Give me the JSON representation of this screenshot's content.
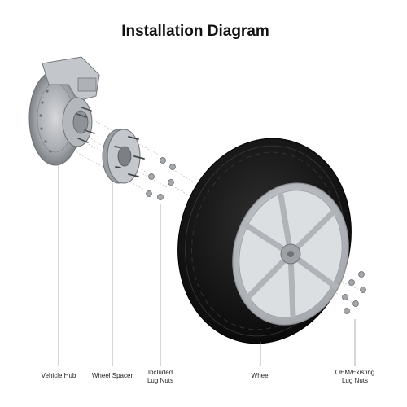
{
  "title": "Installation Diagram",
  "labels": {
    "vehicle_hub": "Vehicle Hub",
    "wheel_spacer": "Wheel Spacer",
    "included_lug_nuts_line1": "Included",
    "included_lug_nuts_line2": "Lug Nuts",
    "wheel": "Wheel",
    "oem_lug_nuts_line1": "OEM/Existing",
    "oem_lug_nuts_line2": "Lug Nuts"
  },
  "colors": {
    "metal": "#b9bcc0",
    "tire": "#141414",
    "rim": "#c9ccd1",
    "leader_line": "#9a9a9a"
  }
}
